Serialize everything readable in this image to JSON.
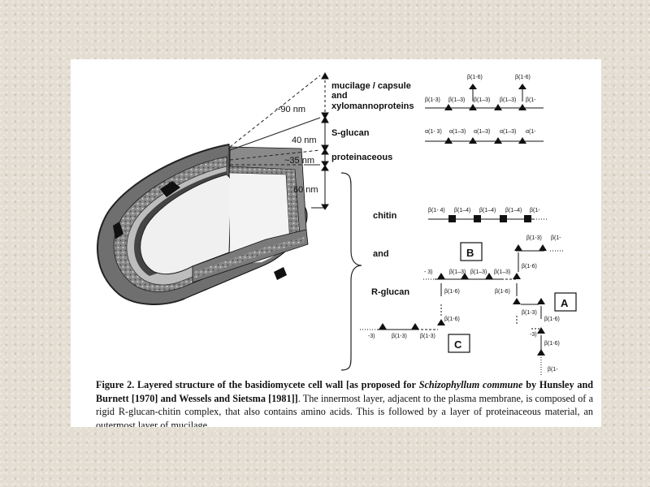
{
  "layers": {
    "mucilage_l1": "mucilage / capsule",
    "mucilage_l2": "and",
    "mucilage_l3": "xylomannoproteins",
    "sglucan": "S-glucan",
    "proteinaceous": "proteinaceous"
  },
  "thickness": {
    "t90": "~90 nm",
    "t40": "40 nm",
    "t35": "~35 nm",
    "t60": "60 nm"
  },
  "inner_labels": {
    "chitin": "chitin",
    "and": "and",
    "rglucan": "R-glucan"
  },
  "boxes": {
    "A": "A",
    "B": "B",
    "C": "C"
  },
  "linkages": {
    "top_b16_a": "β(1-6)",
    "top_b16_b": "β(1-6)",
    "top_1": "β(1-3)",
    "top_2": "β(1–3)",
    "top_3": "β(1–3)",
    "top_4": "β(1–3)",
    "top_5": "β(1-",
    "s_1": "α(1- 3)",
    "s_2": "α(1–3)",
    "s_3": "α(1–3)",
    "s_4": "α(1–3)",
    "s_5": "α(1-",
    "c_1": "β(1- 4)",
    "c_2": "β(1–4)",
    "c_3": "β(1–4)",
    "c_4": "β(1–4)",
    "c_5": "β(1-",
    "b_top_13": "β(1-3)",
    "b_top_1": "β(1-",
    "b_start": "- 3)",
    "b_1": "β(1–3)",
    "b_2": "β(1–3)",
    "b_3": "β(1–3)",
    "b_16": "β(1-6)",
    "m_16a": "β(1-6)",
    "m_16b": "β(1-6)",
    "a_13": "β(1-3)",
    "c16": "β(1-6)",
    "cl_start": "-3)",
    "cl_1": "β(1-3)",
    "cl_2": "β(1-3)",
    "r_m3": "-3)",
    "r_16": "β(1-6)",
    "r_16b": "β(1-6)",
    "r_end": "β(1-"
  },
  "caption": {
    "fig": "Figure 2. Layered structure of the basidiomycete cell wall [as proposed for",
    "species": "Schizophyllum commune",
    "authors": "by Hunsley and Burnett [1970] and Wessels and Sietsma [1981]]",
    "text": ". The innermost layer, adjacent to the plasma membrane, is composed of a rigid R-glucan-chitin complex, that also contains amino acids. This is followed by a layer of proteinaceous material, an outermost layer of mucilage ..."
  }
}
